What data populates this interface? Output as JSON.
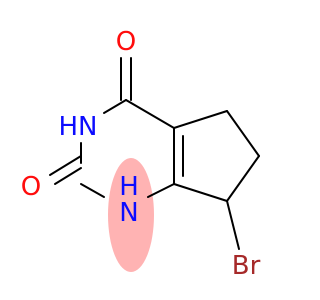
{
  "molecule": {
    "atoms": {
      "o_top": {
        "label": "O",
        "color": "#ff0d0d"
      },
      "n_top": {
        "label": "HN",
        "color": "#0c0cff"
      },
      "o_left": {
        "label": "O",
        "color": "#ff0d0d"
      },
      "n_bottom_h": {
        "label": "H",
        "color": "#0c0cff"
      },
      "n_bottom_n": {
        "label": "N",
        "color": "#0c0cff"
      },
      "br": {
        "label": "Br",
        "color": "#a62929"
      }
    },
    "highlight": {
      "color": "#ffb3b3"
    },
    "bond_color": "#000000"
  }
}
